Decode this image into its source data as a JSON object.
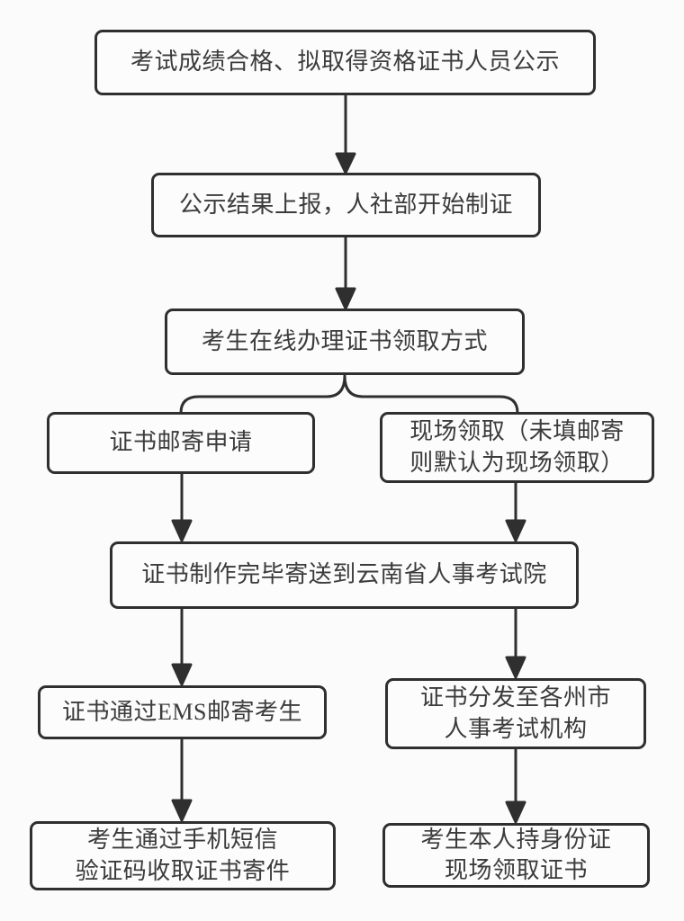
{
  "diagram": {
    "type": "flowchart",
    "colors": {
      "stroke": "#2f2f2f",
      "text": "#3b3b3b",
      "background": "#fbfbfb",
      "node_fill": "#fcfcfc"
    },
    "nodes": [
      {
        "id": "publicity",
        "label": "考试成绩合格、拟取得资格证书人员公示"
      },
      {
        "id": "report",
        "label": "公示结果上报，人社部开始制证"
      },
      {
        "id": "choose-method",
        "label": "考生在线办理证书领取方式"
      },
      {
        "id": "mail-apply",
        "label": "证书邮寄申请"
      },
      {
        "id": "onsite-default",
        "label": "现场领取（未填邮寄\n则默认为现场领取）"
      },
      {
        "id": "sent-to-yn",
        "label": "证书制作完毕寄送到云南省人事考试院"
      },
      {
        "id": "ems-mail",
        "label": "证书通过EMS邮寄考生"
      },
      {
        "id": "distribute",
        "label": "证书分发至各州市\n人事考试机构"
      },
      {
        "id": "sms-receive",
        "label": "考生通过手机短信\n验证码收取证书寄件"
      },
      {
        "id": "onsite-pickup",
        "label": "考生本人持身份证\n现场领取证书"
      }
    ],
    "edges": [
      {
        "from": "publicity",
        "to": "report",
        "type": "arrow"
      },
      {
        "from": "report",
        "to": "choose-method",
        "type": "arrow"
      },
      {
        "from": "choose-method",
        "to": "mail-apply",
        "type": "brace-split"
      },
      {
        "from": "choose-method",
        "to": "onsite-default",
        "type": "brace-split"
      },
      {
        "from": "mail-apply",
        "to": "sent-to-yn",
        "type": "arrow"
      },
      {
        "from": "onsite-default",
        "to": "sent-to-yn",
        "type": "arrow"
      },
      {
        "from": "sent-to-yn",
        "to": "ems-mail",
        "type": "arrow"
      },
      {
        "from": "sent-to-yn",
        "to": "distribute",
        "type": "arrow"
      },
      {
        "from": "ems-mail",
        "to": "sms-receive",
        "type": "arrow"
      },
      {
        "from": "distribute",
        "to": "onsite-pickup",
        "type": "arrow"
      }
    ]
  }
}
